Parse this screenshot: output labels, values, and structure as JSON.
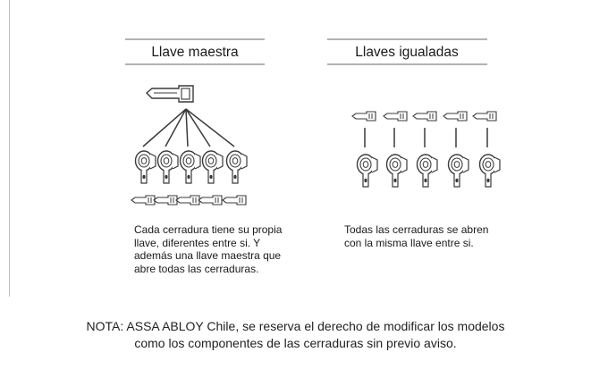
{
  "master_key": {
    "title": "Llave maestra",
    "caption_lines": [
      "Cada cerradura tiene su propia",
      "llave, diferentes entre si. Y",
      "además una llave maestra que",
      "abre todas las cerraduras."
    ]
  },
  "keyed_alike": {
    "title": "Llaves igualadas",
    "caption_lines": [
      "Todas las cerraduras se abren",
      "con la misma llave entre si."
    ]
  },
  "note": {
    "lines": [
      "NOTA: ASSA ABLOY Chile, se reserva el derecho de modificar los modelos",
      "como los componentes de las cerraduras sin previo aviso."
    ]
  },
  "colors": {
    "line": "#3a3a3a",
    "rule": "#9a9a9a",
    "text": "#1a1a1a"
  }
}
